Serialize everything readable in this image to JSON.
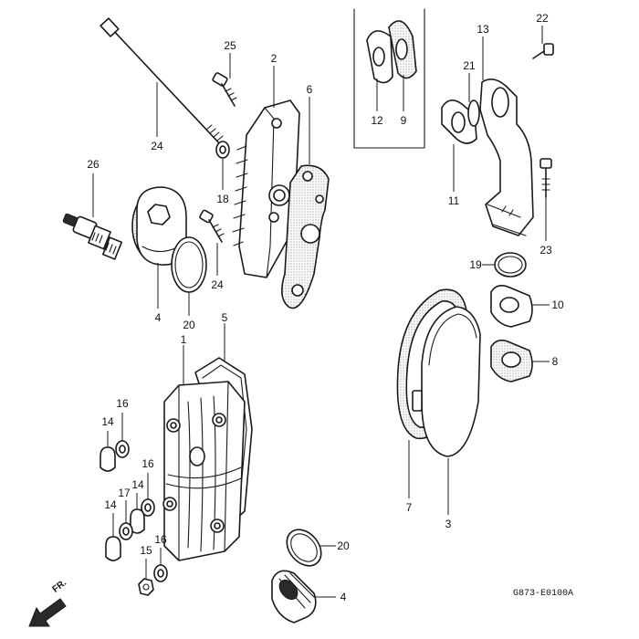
{
  "diagram": {
    "reference_code": "G873-E0100A",
    "direction_label": "FR."
  },
  "callouts": [
    {
      "id": "c25",
      "label": "25"
    },
    {
      "id": "c2",
      "label": "2"
    },
    {
      "id": "c6",
      "label": "6"
    },
    {
      "id": "c24a",
      "label": "24"
    },
    {
      "id": "c18",
      "label": "18"
    },
    {
      "id": "c26",
      "label": "26"
    },
    {
      "id": "c24b",
      "label": "24"
    },
    {
      "id": "c4a",
      "label": "4"
    },
    {
      "id": "c20a",
      "label": "20"
    },
    {
      "id": "c5",
      "label": "5"
    },
    {
      "id": "c1",
      "label": "1"
    },
    {
      "id": "c12",
      "label": "12"
    },
    {
      "id": "c9",
      "label": "9"
    },
    {
      "id": "c13",
      "label": "13"
    },
    {
      "id": "c22",
      "label": "22"
    },
    {
      "id": "c21",
      "label": "21"
    },
    {
      "id": "c11",
      "label": "11"
    },
    {
      "id": "c23",
      "label": "23"
    },
    {
      "id": "c19",
      "label": "19"
    },
    {
      "id": "c10",
      "label": "10"
    },
    {
      "id": "c8",
      "label": "8"
    },
    {
      "id": "c7",
      "label": "7"
    },
    {
      "id": "c3",
      "label": "3"
    },
    {
      "id": "c14a",
      "label": "14"
    },
    {
      "id": "c16a",
      "label": "16"
    },
    {
      "id": "c16b",
      "label": "16"
    },
    {
      "id": "c17",
      "label": "17"
    },
    {
      "id": "c14b",
      "label": "14"
    },
    {
      "id": "c14c",
      "label": "14"
    },
    {
      "id": "c15",
      "label": "15"
    },
    {
      "id": "c16c",
      "label": "16"
    },
    {
      "id": "c20b",
      "label": "20"
    },
    {
      "id": "c4b",
      "label": "4"
    }
  ]
}
